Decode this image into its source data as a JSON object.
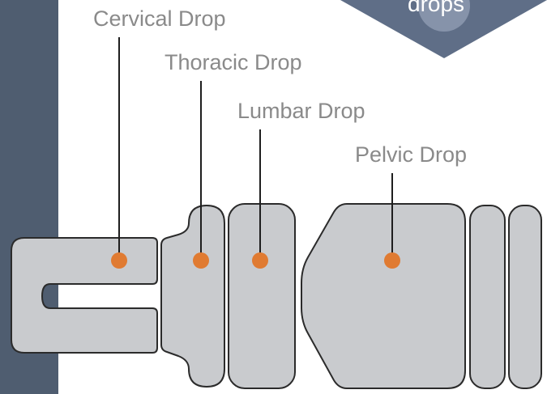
{
  "labels": {
    "cervical": "Cervical Drop",
    "thoracic": "Thoracic Drop",
    "lumbar": "Lumbar Drop",
    "pelvic": "Pelvic Drop"
  },
  "badge": {
    "text": "drops"
  },
  "colors": {
    "sidebar": "#4f5d70",
    "badge": "#5f6e87",
    "badge_circle": "#8d9ab0",
    "segment_fill": "#c9cbce",
    "segment_stroke": "#2b2b2b",
    "marker": "#e07b32",
    "leader_line": "#1e1e1e",
    "label_text": "#8a8a8a"
  }
}
